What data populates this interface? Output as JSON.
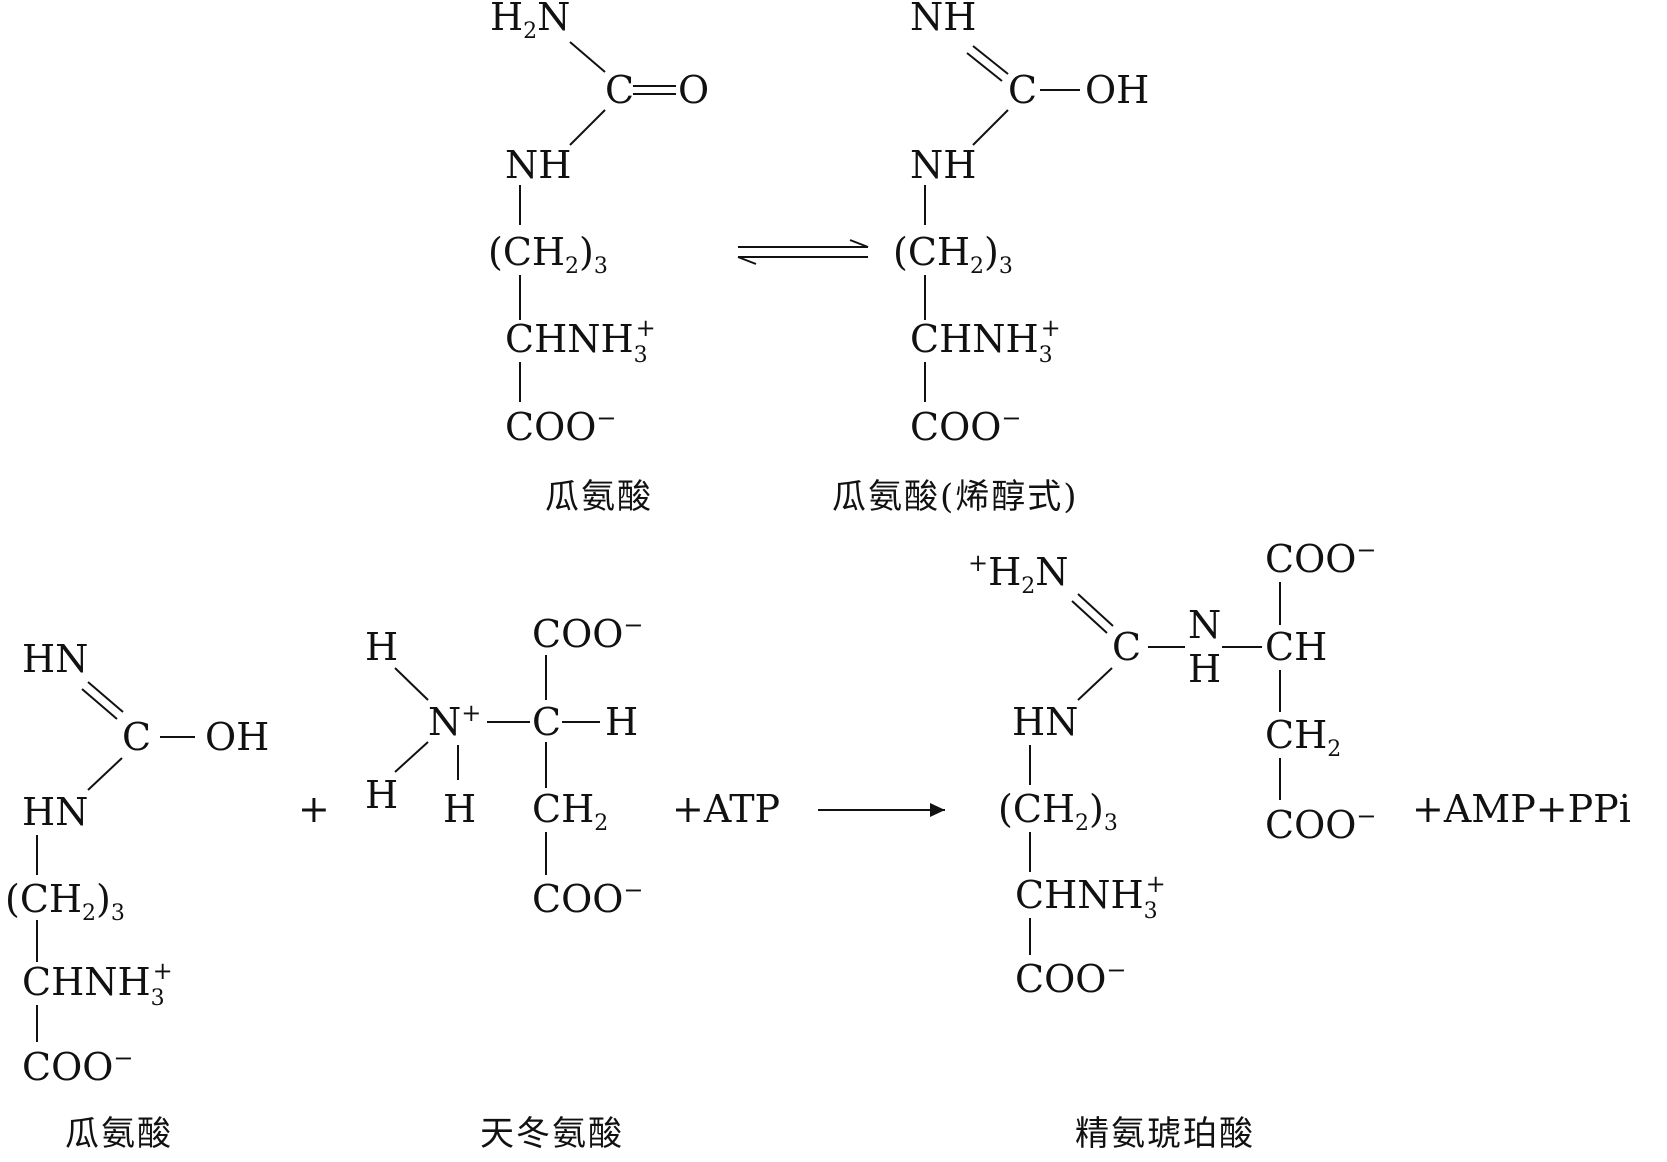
{
  "panel_top": {
    "left_molecule": {
      "h2n": [
        "H",
        "2",
        "N"
      ],
      "carbonyl_c": "C",
      "carbonyl_o": "O",
      "nh": "NH",
      "ch2_chain": [
        "(CH",
        "2",
        ")",
        "3"
      ],
      "chnh3": [
        "CHNH",
        "3",
        "+"
      ],
      "coo": [
        "COO",
        "−"
      ],
      "caption": "瓜氨酸"
    },
    "right_molecule": {
      "nh_top": "NH",
      "c": "C",
      "oh": "OH",
      "nh": "NH",
      "ch2_chain": [
        "(CH",
        "2",
        ")",
        "3"
      ],
      "chnh3": [
        "CHNH",
        "3",
        "+"
      ],
      "coo": [
        "COO",
        "−"
      ],
      "caption": "瓜氨酸(烯醇式)"
    }
  },
  "panel_bottom": {
    "citrulline": {
      "hn_top": "HN",
      "c": "C",
      "oh": "OH",
      "hn": "HN",
      "ch2_chain": [
        "(CH",
        "2",
        ")",
        "3"
      ],
      "chnh3": [
        "CHNH",
        "3",
        "+"
      ],
      "coo": [
        "COO",
        "−"
      ],
      "caption": "瓜氨酸"
    },
    "plus_1": "+",
    "aspartate": {
      "h_upper": "H",
      "h_lower": "H",
      "n": [
        "N",
        "+"
      ],
      "h_below_n": "H",
      "coo_top": [
        "COO",
        "−"
      ],
      "c": "C",
      "h_right": "H",
      "ch2": [
        "CH",
        "2"
      ],
      "coo_bottom": [
        "COO",
        "−"
      ],
      "caption": "天冬氨酸"
    },
    "plus_atp": "+ATP",
    "argininosuccinate": {
      "h2n": [
        "+",
        "H",
        "2",
        "N"
      ],
      "c": "C",
      "n": "N",
      "n_h": "H",
      "coo_top": [
        "COO",
        "−"
      ],
      "ch": "CH",
      "hn": "HN",
      "ch2_right": [
        "CH",
        "2"
      ],
      "coo_right": [
        "COO",
        "−"
      ],
      "ch2_chain": [
        "(CH",
        "2",
        ")",
        "3"
      ],
      "chnh3": [
        "CHNH",
        "3",
        "+"
      ],
      "coo": [
        "COO",
        "−"
      ],
      "caption": "精氨琥珀酸"
    },
    "plus_amp_ppi": "+AMP+PPi"
  }
}
